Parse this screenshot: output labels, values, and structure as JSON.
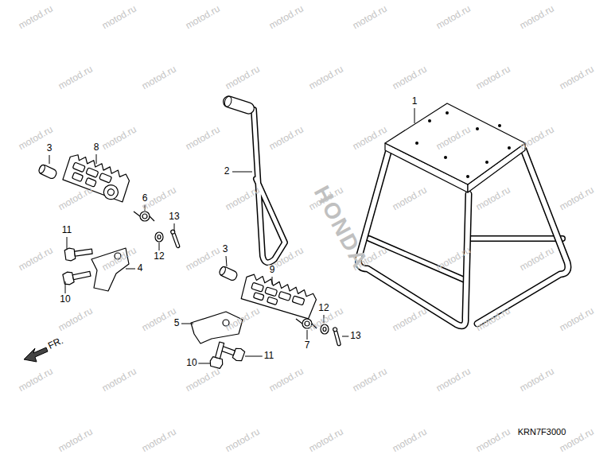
{
  "diagram": {
    "labels": [
      "1",
      "2",
      "3",
      "8",
      "6",
      "13",
      "11",
      "4",
      "12",
      "10",
      "3",
      "9",
      "12",
      "7",
      "13",
      "5",
      "11",
      "10",
      "FR.",
      "KRN7F3000",
      "HONDA",
      "motod.ru",
      "motod.ru",
      "motod.ru",
      "motod.ru",
      "motod.ru",
      "motod.ru",
      "motod.ru",
      "motod.ru",
      "motod.ru",
      "motod.ru",
      "motod.ru",
      "motod.ru",
      "motod.ru",
      "motod.ru",
      "motod.ru",
      "motod.ru",
      "motod.ru",
      "motod.ru",
      "motod.ru",
      "motod.ru",
      "motod.ru",
      "motod.ru",
      "motod.ru",
      "motod.ru",
      "motod.ru",
      "motod.ru",
      "motod.ru",
      "motod.ru",
      "motod.ru",
      "motod.ru",
      "motod.ru",
      "motod.ru",
      "motod.ru",
      "motod.ru",
      "motod.ru",
      "motod.ru",
      "motod.ru",
      "motod.ru",
      "motod.ru",
      "motod.ru",
      "motod.ru",
      "motod.ru",
      "motod.ru",
      "motod.ru",
      "motod.ru",
      "motod.ru",
      "motod.ru",
      "motod.ru",
      "motod.ru",
      "motod.ru",
      "motod.ru",
      "motod.ru",
      "motod.ru",
      "motod.ru",
      "motod.ru",
      "motod.ru"
    ]
  }
}
